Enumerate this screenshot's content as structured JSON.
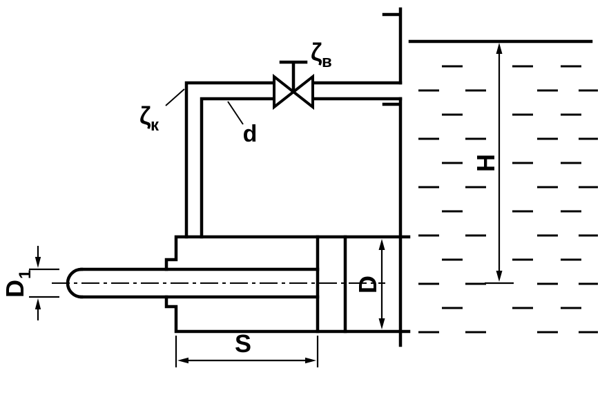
{
  "diagram": {
    "background": "#ffffff",
    "line_color": "#000000",
    "labels": {
      "valve_coeff_main": "ζ",
      "valve_coeff_sub": "в",
      "elbow_coeff_main": "ζ",
      "elbow_coeff_sub": "к",
      "pipe_diameter": "d",
      "reservoir_head": "H",
      "cylinder_diameter": "D",
      "rod_diameter_main": "D",
      "rod_diameter_sub": "1",
      "piston_stroke": "S"
    }
  }
}
